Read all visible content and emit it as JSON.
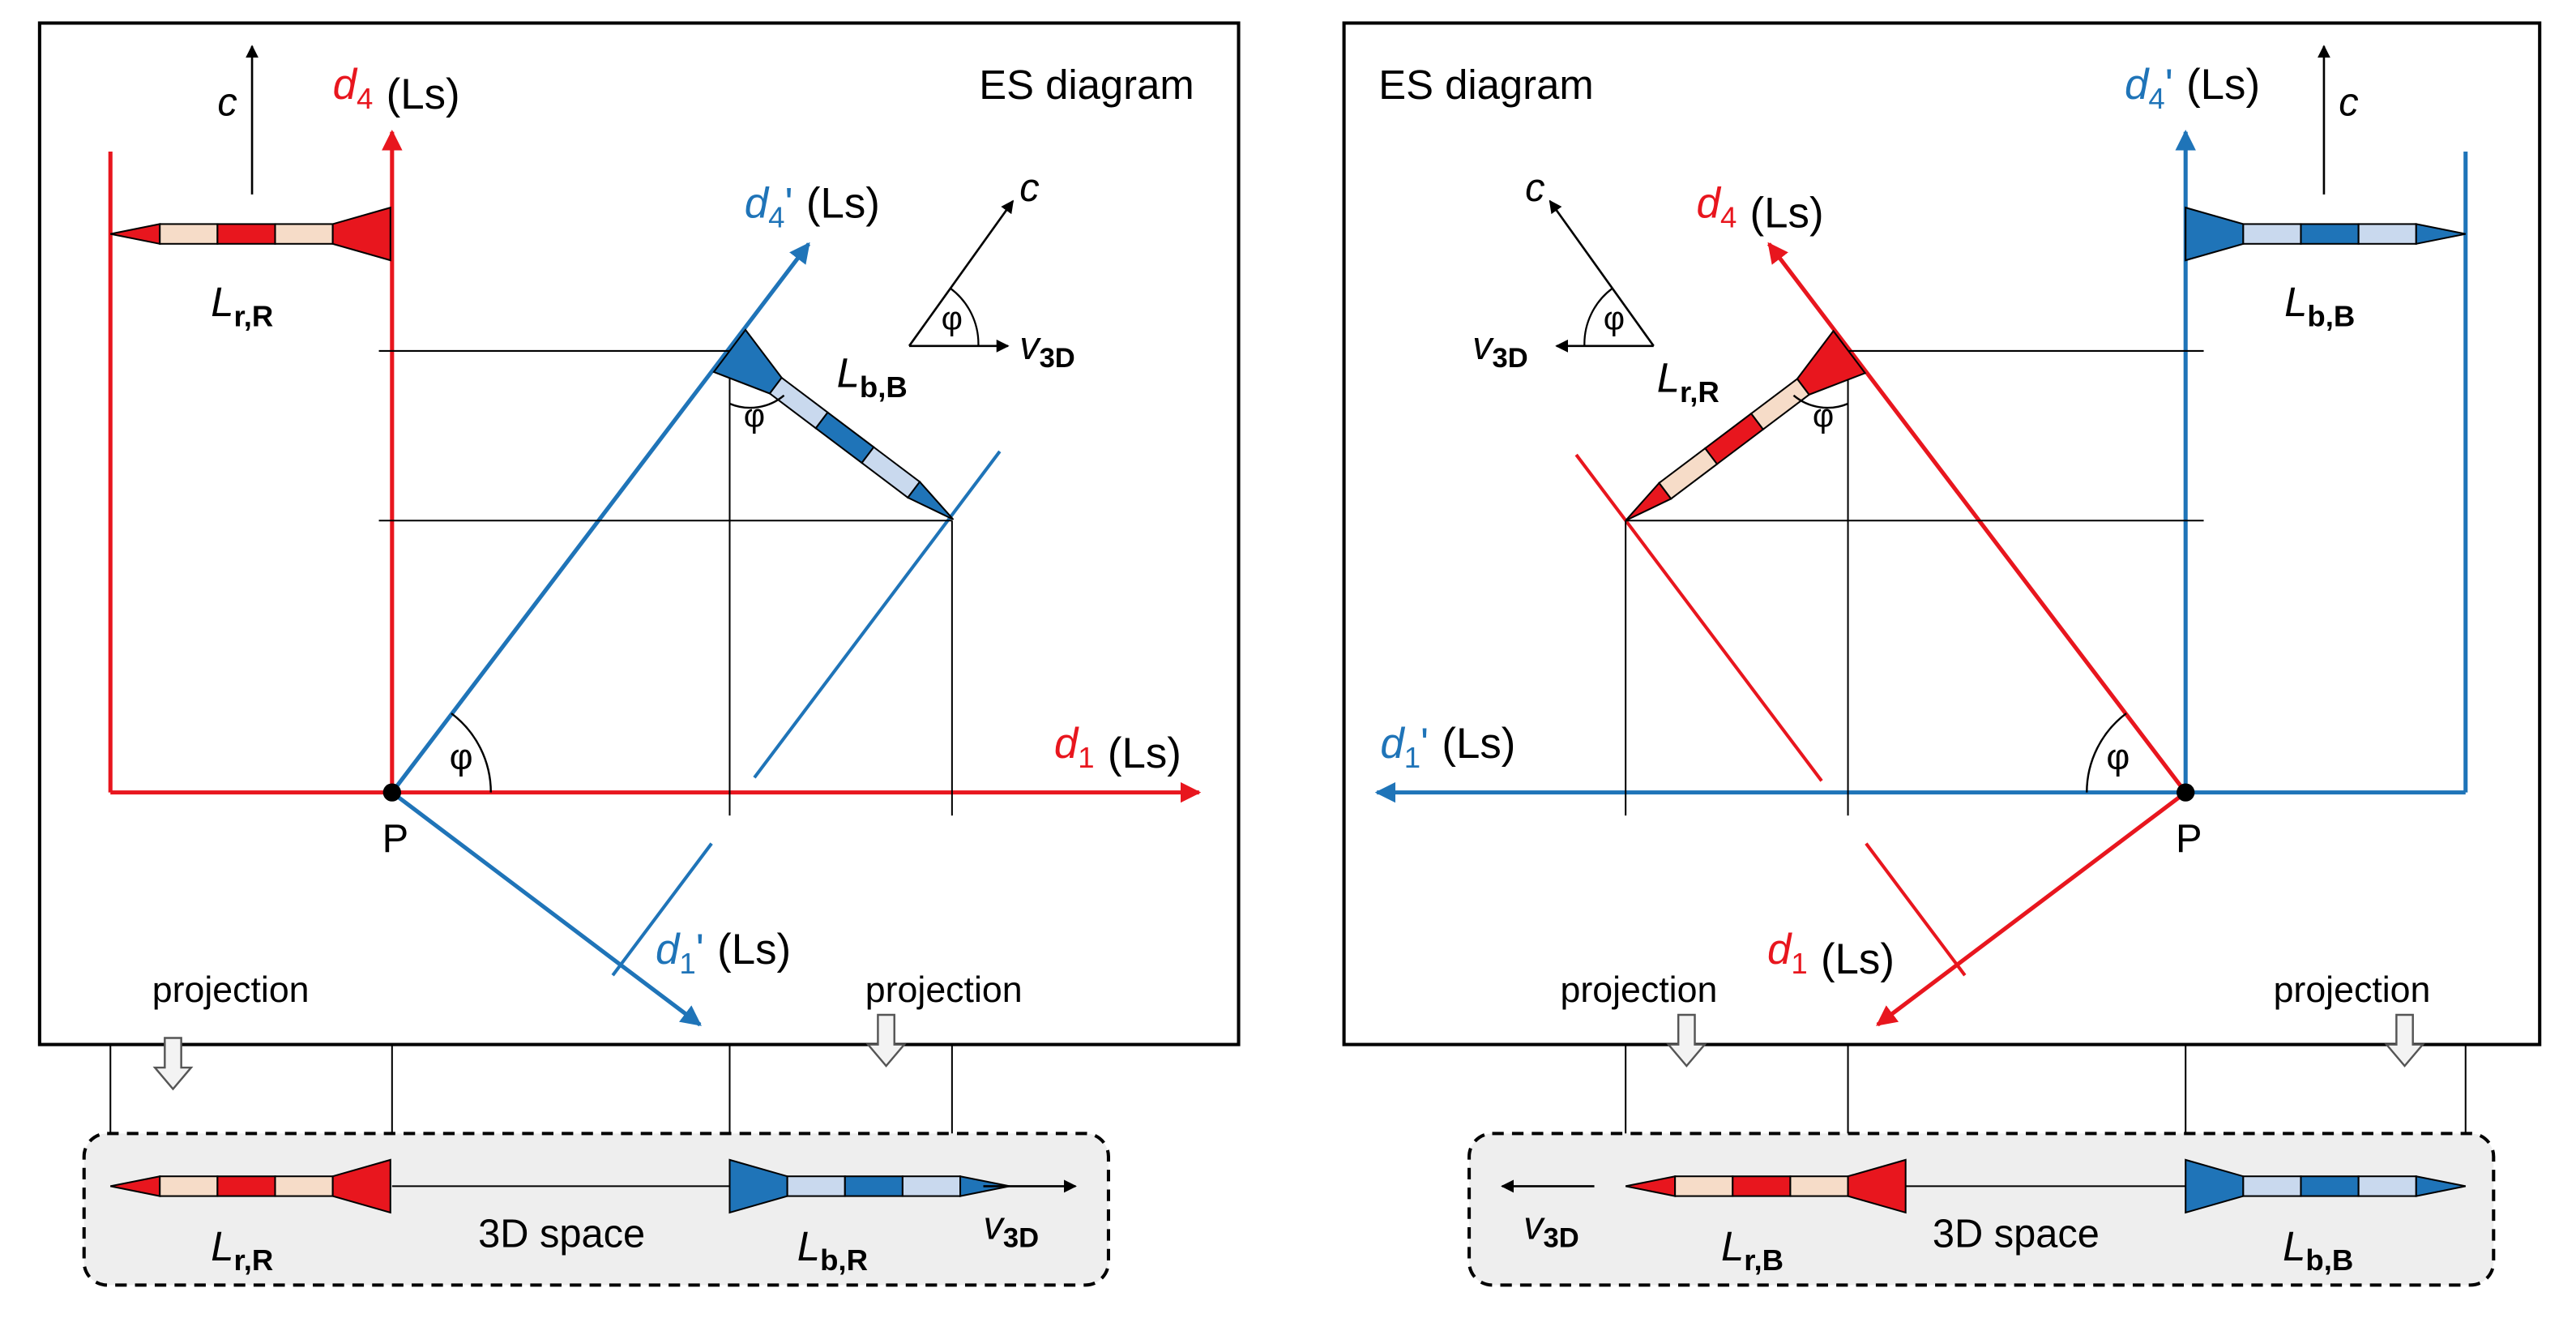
{
  "colors": {
    "red": "#e8161e",
    "blue": "#1f74b8",
    "light_red": "#f6dcc8",
    "light_blue": "#c9d9ee",
    "panel_bg": "#eeeeee",
    "arrow_fill": "#f3f3f3"
  },
  "left": {
    "title": "ES diagram",
    "axes": {
      "d4": {
        "var": "d",
        "sub": "4",
        "prime": "",
        "unit": "(Ls)"
      },
      "d1": {
        "var": "d",
        "sub": "1",
        "prime": "",
        "unit": "(Ls)"
      },
      "d4p": {
        "var": "d",
        "sub": "4",
        "prime": "'",
        "unit": "(Ls)"
      },
      "d1p": {
        "var": "d",
        "sub": "1",
        "prime": "'",
        "unit": "(Ls)"
      }
    },
    "c_label": "c",
    "phi": "φ",
    "point": "P",
    "v3d": {
      "var": "v",
      "sub": "3D"
    },
    "rocket_top_label": {
      "var": "L",
      "sub": "r,R"
    },
    "rocket_tilted_label": {
      "var": "L",
      "sub": "b,B"
    },
    "projection_labels": [
      "projection",
      "projection"
    ],
    "bottom": {
      "space_label": "3D space",
      "rocket_left_label": {
        "var": "L",
        "sub": "r,R"
      },
      "rocket_right_label": {
        "var": "L",
        "sub": "b,R"
      },
      "v3d": {
        "var": "v",
        "sub": "3D"
      }
    }
  },
  "right": {
    "title": "ES diagram",
    "axes": {
      "d4p": {
        "var": "d",
        "sub": "4",
        "prime": "'",
        "unit": "(Ls)"
      },
      "d1p": {
        "var": "d",
        "sub": "1",
        "prime": "'",
        "unit": "(Ls)"
      },
      "d4": {
        "var": "d",
        "sub": "4",
        "prime": "",
        "unit": "(Ls)"
      },
      "d1": {
        "var": "d",
        "sub": "1",
        "prime": "",
        "unit": "(Ls)"
      }
    },
    "c_label": "c",
    "phi": "φ",
    "point": "P",
    "v3d": {
      "var": "v",
      "sub": "3D"
    },
    "rocket_top_label": {
      "var": "L",
      "sub": "b,B"
    },
    "rocket_tilted_label": {
      "var": "L",
      "sub": "r,R"
    },
    "projection_labels": [
      "projection",
      "projection"
    ],
    "bottom": {
      "space_label": "3D space",
      "rocket_left_label": {
        "var": "L",
        "sub": "r,B"
      },
      "rocket_right_label": {
        "var": "L",
        "sub": "b,B"
      },
      "v3d": {
        "var": "v",
        "sub": "3D"
      }
    }
  }
}
